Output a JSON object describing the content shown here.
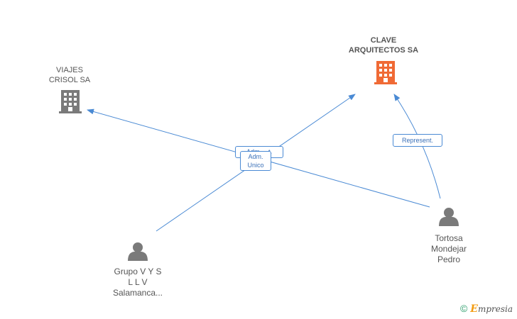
{
  "nodes": {
    "viajes": {
      "label_line1": "VIAJES",
      "label_line2": "CRISOL SA"
    },
    "clave": {
      "label_line1": "CLAVE",
      "label_line2": "ARQUITECTOS SA"
    },
    "grupo": {
      "label_line1": "Grupo V Y S",
      "label_line2": "L L V",
      "label_line3": "Salamanca..."
    },
    "tortosa": {
      "label_line1": "Tortosa",
      "label_line2": "Mondejar",
      "label_line3": "Pedro"
    }
  },
  "edges": {
    "hidden_label": "Adm. ...t.",
    "adm_unico_line1": "Adm.",
    "adm_unico_line2": "Unico",
    "represent": "Represent."
  },
  "colors": {
    "edge": "#4a8ad4",
    "company_gray": "#7a7a7a",
    "company_highlight": "#f06a35",
    "person": "#7a7a7a"
  },
  "brand": {
    "copyright": "©",
    "e": "E",
    "rest": "mpresia"
  }
}
